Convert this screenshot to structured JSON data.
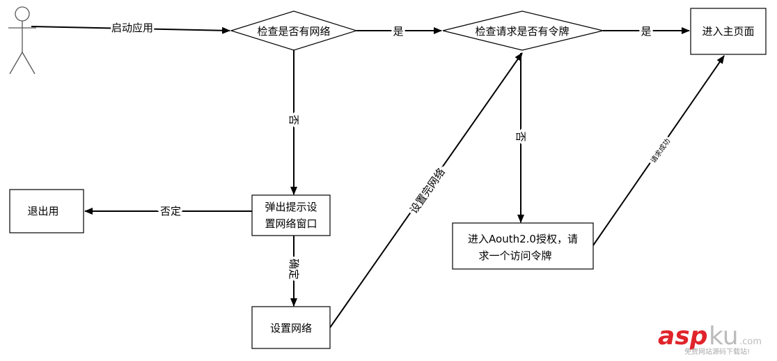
{
  "nodes": {
    "start": "启动应用",
    "check_network": "检查是否有网络",
    "check_token": "检查请求是否有令牌",
    "home": "进入主页面",
    "prompt_line1": "弹出提示设",
    "prompt_line2": "置网络窗口",
    "exit": "退出用",
    "set_network": "设置网络",
    "oauth_line1": "进入Aouth2.0授权，请",
    "oauth_line2": "求一个访问令牌"
  },
  "edges": {
    "yes1": "是",
    "yes2": "是",
    "no1": "否",
    "no2": "否",
    "deny": "否定",
    "confirm": "确定",
    "network_done": "设置完网络",
    "request_ok": "请求成功"
  },
  "watermark": {
    "brand": "aspku.com",
    "tagline": "免费网站源码下载站!",
    "color": "#e0242b"
  }
}
